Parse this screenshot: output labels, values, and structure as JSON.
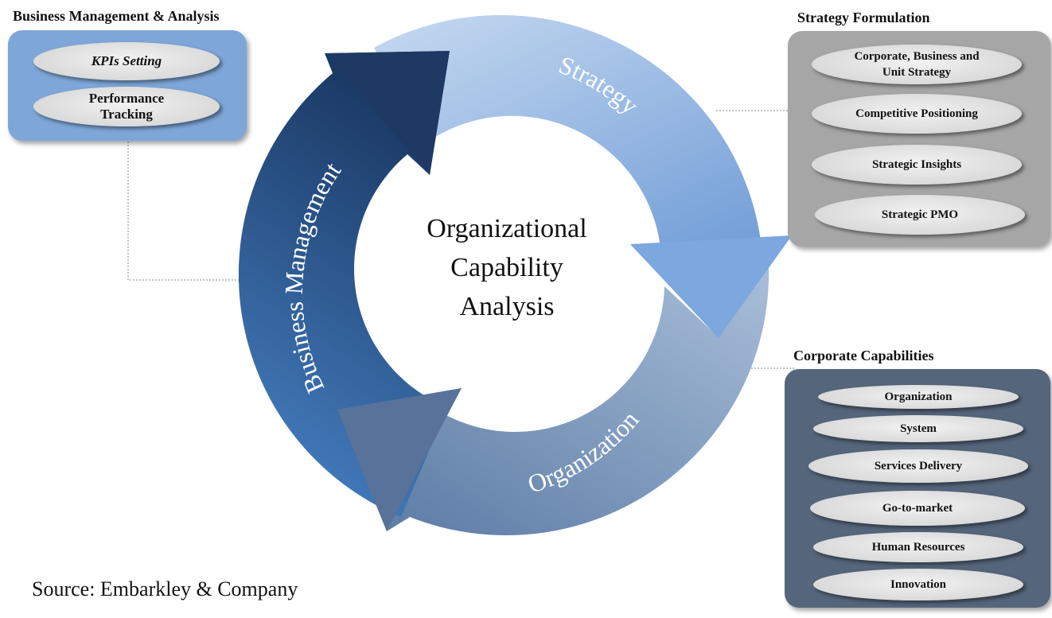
{
  "cycle": {
    "center_lines": [
      "Organizational",
      "Capability",
      "Analysis"
    ],
    "segments": [
      "Strategy",
      "Organization",
      "Business Management"
    ]
  },
  "business_panel": {
    "title": "Business Management & Analysis",
    "items": [
      "KPIs Setting",
      "Performance\nTracking"
    ]
  },
  "strategy_panel": {
    "title": "Strategy Formulation",
    "items": [
      "Corporate, Business and\nUnit Strategy",
      "Competitive Positioning",
      "Strategic Insights",
      "Strategic PMO"
    ]
  },
  "capabilities_panel": {
    "title": "Corporate Capabilities",
    "items": [
      "Organization",
      "System",
      "Services Delivery",
      "Go-to-market",
      "Human Resources",
      "Innovation"
    ]
  },
  "source": "Source: Embarkley & Company",
  "colors": {
    "strategy_light": "#b9d0ee",
    "strategy_dark": "#6d9ad6",
    "organization_light": "#9fb6d3",
    "organization_dark": "#5a79a4",
    "business_light": "#4b85c9",
    "business_dark": "#1c3c68",
    "panel_business": "#7ea6d8",
    "panel_strategy": "#a6a6a6",
    "panel_capabilities": "#55657b"
  }
}
